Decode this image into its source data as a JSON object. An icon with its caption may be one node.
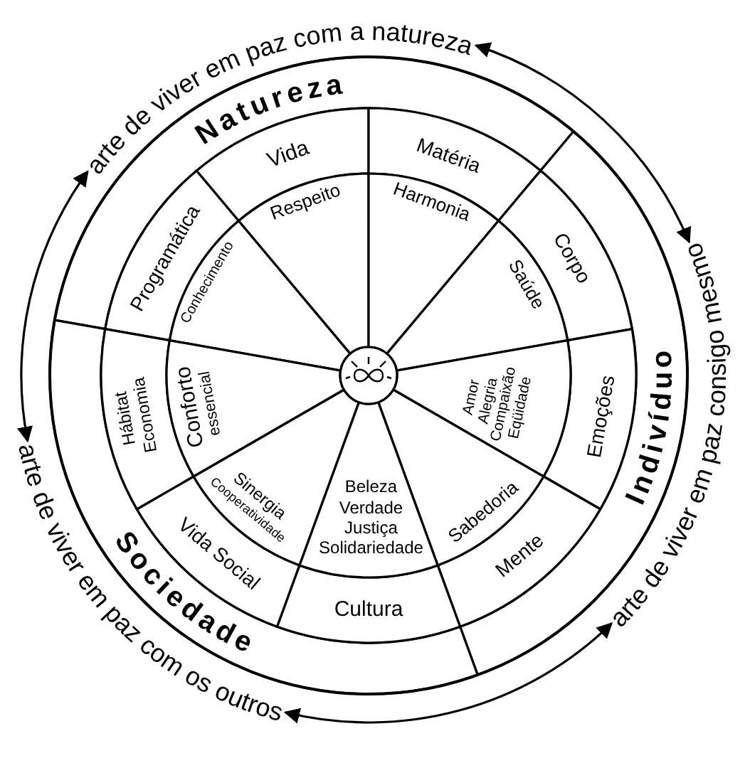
{
  "diagram": {
    "nodes": [
      {
        "text": [
          "Natureza"
        ]
      },
      {
        "text": [
          "Indivíduo"
        ]
      },
      {
        "text": [
          "Sociedade"
        ]
      },
      {
        "text": [
          "Programática"
        ]
      },
      {
        "text": [
          "Vida"
        ]
      },
      {
        "text": [
          "Matéria"
        ]
      },
      {
        "text": [
          "Corpo"
        ]
      },
      {
        "text": [
          "Emoções"
        ]
      },
      {
        "text": [
          "Mente"
        ]
      },
      {
        "text": [
          "Cultura"
        ]
      },
      {
        "text": [
          "Vida Social"
        ]
      },
      {
        "text": [
          "Hábitat",
          "Economia"
        ]
      },
      {
        "text": [
          "Conhecimento"
        ]
      },
      {
        "text": [
          "Respeito"
        ]
      },
      {
        "text": [
          "Harmonia"
        ]
      },
      {
        "text": [
          "Saúde"
        ]
      },
      {
        "text": [
          "Amor",
          "Alegria",
          "Compaixão",
          "Eqüidade"
        ]
      },
      {
        "text": [
          "Sabedoria"
        ]
      },
      {
        "text": [
          "Beleza",
          "Verdade",
          "Justiça",
          "Solidariedade"
        ]
      },
      {
        "text": [
          "Sinergia",
          "Cooperatividade"
        ]
      },
      {
        "text": [
          "Conforto",
          "essencial"
        ]
      },
      {
        "text": [
          "arte de viver em paz com a natureza"
        ]
      },
      {
        "text": [
          "arte de viver em paz consigo mesmo"
        ]
      },
      {
        "text": [
          "arte de viver em paz com os outros"
        ]
      }
    ],
    "edges": [
      {
        "from": 21,
        "to": 22,
        "arrow": "both"
      },
      {
        "from": 22,
        "to": 23,
        "arrow": "both"
      },
      {
        "from": 23,
        "to": 21,
        "arrow": "both"
      }
    ]
  }
}
